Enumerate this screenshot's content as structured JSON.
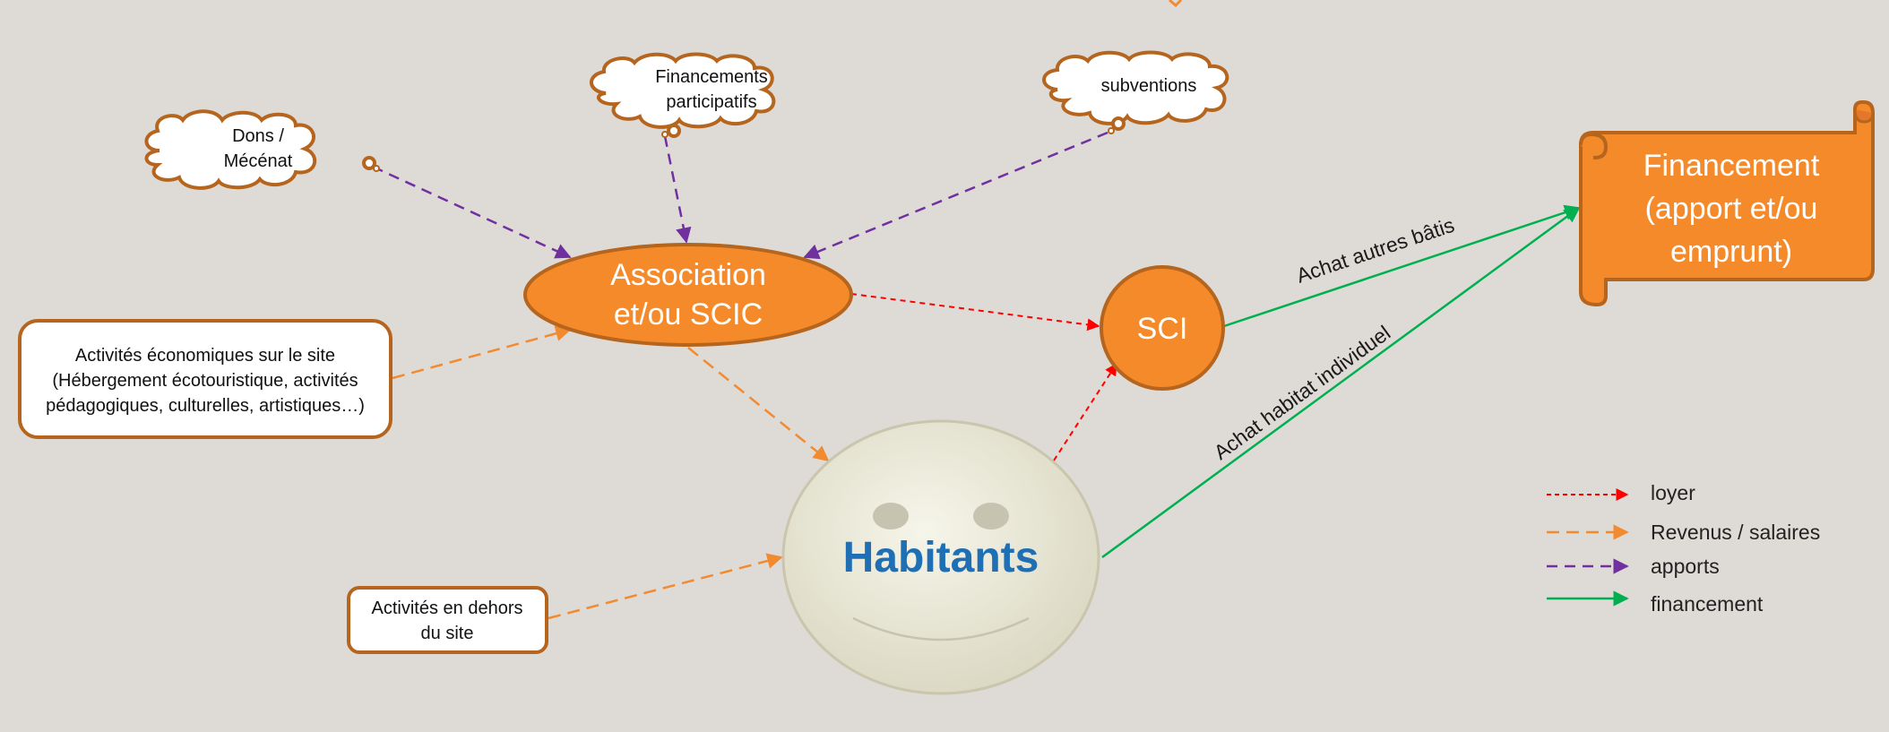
{
  "nodes": {
    "dons": {
      "lines": [
        "Dons /",
        "Mécénat"
      ]
    },
    "financements_participatifs": {
      "lines": [
        "Financements",
        "participatifs"
      ]
    },
    "subventions": {
      "lines": [
        "subventions"
      ]
    },
    "association": {
      "lines": [
        "Association",
        "et/ou SCIC"
      ]
    },
    "sci": {
      "label": "SCI"
    },
    "financement": {
      "lines": [
        "Financement",
        "(apport et/ou",
        "emprunt)"
      ]
    },
    "activites_site": {
      "lines": [
        "Activités économiques sur le site",
        "(Hébergement écotouristique, activités",
        "pédagogiques, culturelles, artistiques…)"
      ]
    },
    "activites_dehors": {
      "lines": [
        "Activités en dehors",
        "du site"
      ]
    },
    "habitants": {
      "label": "Habitants"
    }
  },
  "edges": {
    "achat_autres_batis": "Achat autres bâtis",
    "achat_habitat_individuel": "Achat habitat individuel"
  },
  "legend": [
    {
      "label": "loyer",
      "color": "#ff0000",
      "style": "dotted"
    },
    {
      "label": "Revenus / salaires",
      "color": "#f28a30",
      "style": "dashed"
    },
    {
      "label": "apports",
      "color": "#7030a0",
      "style": "dashed"
    },
    {
      "label": "financement",
      "color": "#00b050",
      "style": "solid"
    }
  ],
  "colors": {
    "orange_fill": "#f58a2a",
    "orange_stroke": "#b5651d",
    "cloud_stroke": "#b5651d",
    "habitants_text": "#1f6fb5"
  }
}
